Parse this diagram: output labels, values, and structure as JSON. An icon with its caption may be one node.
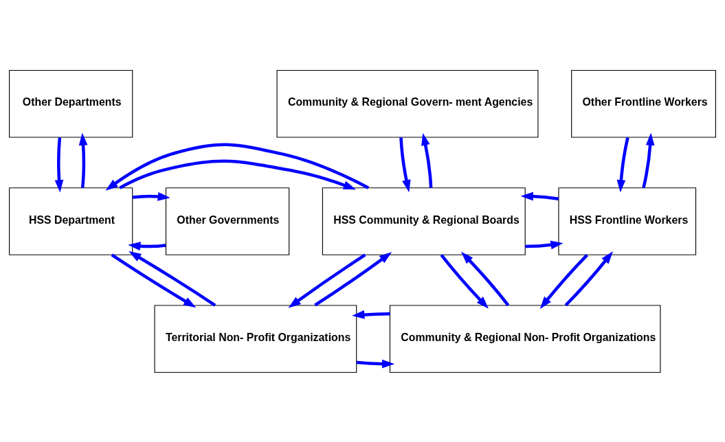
{
  "diagram": {
    "nodes": [
      {
        "text": [
          "Other Departments"
        ]
      },
      {
        "text": [
          "Community & Regional Govern- ment Agencies"
        ]
      },
      {
        "text": [
          "Other Frontline Workers"
        ]
      },
      {
        "text": [
          "Other Governments"
        ]
      },
      {
        "text": [
          "HSS Department"
        ]
      },
      {
        "text": [
          "HSS Community & Regional Boards"
        ]
      },
      {
        "text": [
          "HSS Frontline Workers"
        ]
      },
      {
        "text": [
          "Territorial Non- Profit Organizations"
        ]
      },
      {
        "text": [
          "Community & Regional Non- Profit Organizations"
        ]
      }
    ],
    "edges": [
      {
        "from": 4,
        "to": 0,
        "arrow": "to"
      },
      {
        "from": 0,
        "to": 4,
        "arrow": "to"
      },
      {
        "from": 5,
        "to": 1,
        "arrow": "to"
      },
      {
        "from": 1,
        "to": 5,
        "arrow": "to"
      },
      {
        "from": 6,
        "to": 2,
        "arrow": "to"
      },
      {
        "from": 2,
        "to": 6,
        "arrow": "to"
      },
      {
        "from": 3,
        "to": 4,
        "arrow": "to"
      },
      {
        "from": 4,
        "to": 3,
        "arrow": "to"
      },
      {
        "from": 4,
        "to": 5,
        "arrow": "to"
      },
      {
        "from": 5,
        "to": 4,
        "arrow": "to"
      },
      {
        "from": 5,
        "to": 6,
        "arrow": "to"
      },
      {
        "from": 6,
        "to": 5,
        "arrow": "to"
      },
      {
        "from": 7,
        "to": 4,
        "arrow": "to"
      },
      {
        "from": 4,
        "to": 7,
        "arrow": "to"
      },
      {
        "from": 5,
        "to": 7,
        "arrow": "to"
      },
      {
        "from": 7,
        "to": 5,
        "arrow": "to"
      },
      {
        "from": 8,
        "to": 5,
        "arrow": "to"
      },
      {
        "from": 5,
        "to": 8,
        "arrow": "to"
      },
      {
        "from": 6,
        "to": 8,
        "arrow": "to"
      },
      {
        "from": 8,
        "to": 6,
        "arrow": "to"
      },
      {
        "from": 7,
        "to": 8,
        "arrow": "to"
      },
      {
        "from": 8,
        "to": 7,
        "arrow": "to"
      }
    ]
  }
}
